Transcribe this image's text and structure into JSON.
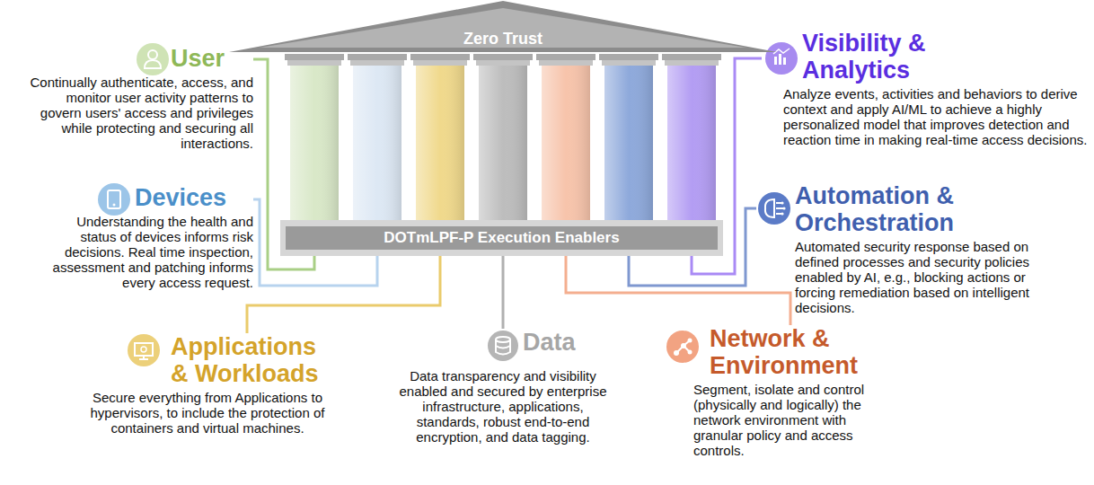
{
  "diagram": {
    "nodes": [
      {
        "text": [
          "Zero Trust"
        ]
      },
      {
        "text": [
          "DOTmLPF-P Execution Enablers"
        ]
      },
      {
        "text": [
          "User",
          "Continually authenticate, access, and monitor user activity patterns to govern users' access and privileges while protecting and securing all interactions."
        ]
      },
      {
        "text": [
          "Devices",
          "Understanding the health and status of devices informs risk decisions. Real time inspection, assessment and patching informs every access request."
        ]
      },
      {
        "text": [
          "Visibility & Analytics",
          "Analyze events, activities and behaviors to derive context and apply AI/ML to achieve a highly personalized model that improves detection and reaction time in making real-time access decisions."
        ]
      },
      {
        "text": [
          "Automation & Orchestration",
          "Automated security response based on defined processes and security policies enabled by AI, e.g., blocking actions or forcing remediation based on intelligent decisions."
        ]
      },
      {
        "text": [
          "Applications & Workloads",
          "Secure everything from Applications to hypervisors, to include the protection of containers and virtual machines."
        ]
      },
      {
        "text": [
          "Data",
          "Data transparency and visibility enabled and secured by enterprise infrastructure, applications, standards, robust end-to-end encryption, and data tagging."
        ]
      },
      {
        "text": [
          "Network & Environment",
          "Segment, isolate and control (physically and logically) the network environment with granular policy and access controls."
        ]
      }
    ],
    "edges": [
      {
        "from": 1,
        "to": 2,
        "arrow": "none"
      },
      {
        "from": 1,
        "to": 3,
        "arrow": "none"
      },
      {
        "from": 1,
        "to": 4,
        "arrow": "none"
      },
      {
        "from": 1,
        "to": 5,
        "arrow": "none"
      },
      {
        "from": 1,
        "to": 6,
        "arrow": "none"
      },
      {
        "from": 1,
        "to": 7,
        "arrow": "none"
      },
      {
        "from": 1,
        "to": 8,
        "arrow": "none"
      }
    ]
  }
}
